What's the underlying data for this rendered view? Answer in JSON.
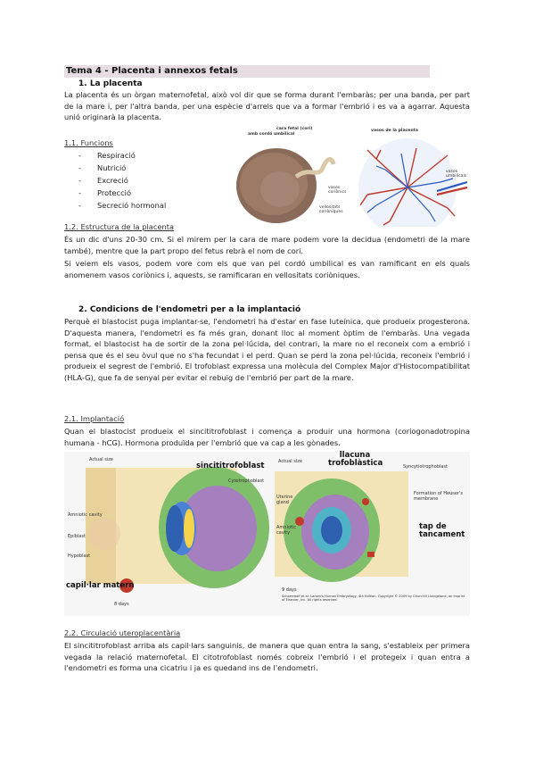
{
  "title": "Tema 4 - Placenta i annexos fetals",
  "s1": {
    "heading": "1.    La placenta",
    "intro": "La placenta és un òrgan maternofetal, això vol dir que se forma durant l'embaràs; per una banda, per part de la mare i, per l'altra banda, per una espècie d'arrels que va a formar l'embrió i es va a agarrar. Aquesta unió originarà la placenta.",
    "sub1": "1.1. Funcions",
    "functions": [
      "Respiració",
      "Nutrició",
      "Excreció",
      "Protecció",
      "Secreció hormonal"
    ],
    "sub2": "1.2. Estructura de la placenta",
    "structure_p1": "És un dic d'uns 20-30 cm. Si el mirem per la cara de mare podem vore la decidua (endometri de la mare també), mentre que la part propo del fetus rebrà el nom de cori.",
    "structure_p2": "Si veiem els vasos, podem vore com els que van pel cordó umbilical es van ramificant en els quals anomenem vasos coriònics i, aquests, se ramificaran en vellositats coriòniques."
  },
  "fig1": {
    "label_face": "cara fetal (cori)",
    "label_cord": "amb cordó umbilical",
    "label_vessels": "vasos de la placenta",
    "label_umbilical": "vasos umbilicals",
    "label_chorion": "vasos coriònics",
    "label_villi": "vellositats coriòniques"
  },
  "s2": {
    "heading": "2.    Condicions de l'endometri per a la implantació",
    "p": "Perquè el blastocist puga implantar-se, l'endometri ha d'estar en fase luteínica, que produeix progesterona. D'aquesta manera, l'endometri es fa més gran, donant lloc al moment òptim de l'embaràs. Una vegada format, el blastocist ha de sortir de la zona pel·lúcida, del contrari, la mare no el reconeix com a embrió i pensa que és el seu òvul que no s'ha fecundat i el perd. Quan se perd la zona pel·lúcida, reconeix l'embrió i produeix el segrest de l'embrió. El trofoblast expressa una molècula del Complex Major d'Histocompatibilitat (HLA-G), que fa de senyal per evitar el rebuig de l'embrió per part de la mare.",
    "sub1": "2.1. Implantació",
    "implant_p": "Quan el blastocist produeix el sincititrofoblast i comença a produir una hormona (coriogonadotropina humana - hCG). Hormona produïda per l'embrió que va cap a les gònades.",
    "sub2": "2.2. Circulació uteroplacentària",
    "circ_p": "El sincititrofoblast arriba als capil·lars sanguinis, de manera que quan entra la sang, s'estableix per primera vegada la relació maternofetal. El citotrofoblast només cobreix l'embrió i el protegeix i quan entra a l'endometri es forma una cicatriu i ja es quedand ins de l'endometri."
  },
  "fig2": {
    "actual_size": "Actual size",
    "sinci": "sincititrofoblast",
    "cyto": "Cytotrophoblast",
    "amniotic": "Amniotic cavity",
    "epiblast": "Epiblast",
    "hypoblast": "Hypoblast",
    "capil": "capil·lar matern",
    "days8": "8 days",
    "actual_size2": "Actual size",
    "llacuna": "llacuna trofoblàstica",
    "syncytio": "Syncytiotrophoblast",
    "uterine": "Uterine gland",
    "amniotic2": "Amniotic cavity",
    "heuser": "Formation of Heuser's membrane",
    "tap": "tap de tancament",
    "days9": "9 days",
    "credit": "Schoenwolf et al: Larsen's Human Embryology, 4th Edition. Copyright © 2009 by Churchill Livingstone, an imprint of Elsevier, Inc. All rights reserved."
  }
}
